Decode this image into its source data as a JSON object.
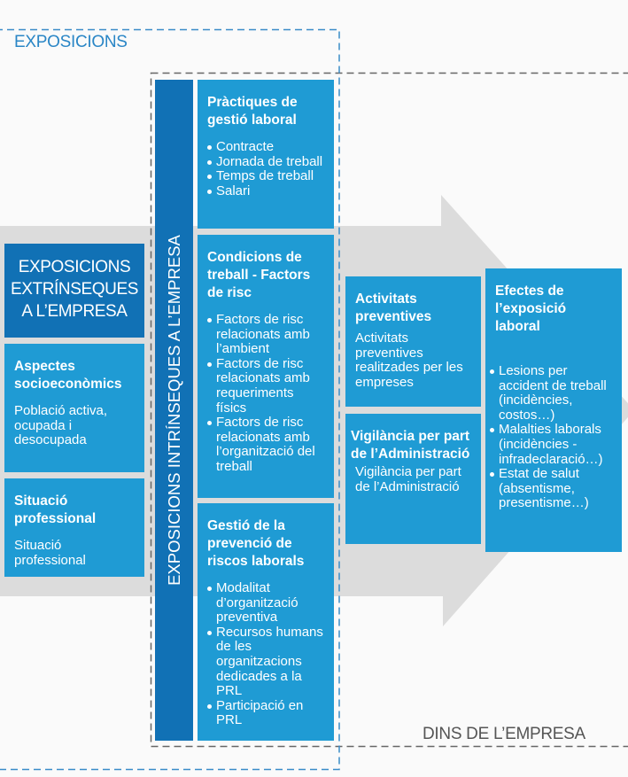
{
  "labels": {
    "exposicions": "EXPOSICIONS",
    "dins": "DINS DE L’EMPRESA"
  },
  "intrinseques": "EXPOSICIONS INTRÍNSEQUES A L’EMPRESA",
  "extrinseques": "EXPOSICIONS EXTRÍNSEQUES A L’EMPRESA",
  "colors": {
    "dark": "#1171b5",
    "light": "#1f9bd4",
    "arrow": "#dcdcdc",
    "blue_dash": "#3a8cc8",
    "gray_dash": "#666666"
  },
  "left": [
    {
      "title": "Aspectes socioeconòmics",
      "text": "Població activa, ocupada i desocupada"
    },
    {
      "title": "Situació professional",
      "text": "Situació professional"
    }
  ],
  "middle": [
    {
      "title": "Pràctiques de gestió laboral",
      "items": [
        "Contracte",
        "Jornada de treball",
        "Temps de treball",
        "Salari"
      ]
    },
    {
      "title": "Condicions de treball - Factors de risc",
      "items": [
        "Factors de risc relacionats amb l’ambient",
        "Factors de risc relacionats amb requeriments físics",
        "Factors de risc relacionats amb l’organització del treball"
      ]
    },
    {
      "title": "Gestió de la prevenció de riscos laborals",
      "items": [
        "Modalitat d’organització preventiva",
        "Recursos humans de les organitzacions dedicades a la PRL",
        "Participació en PRL"
      ]
    }
  ],
  "right": [
    {
      "title": "Activitats preventives",
      "text": "Activitats preventives realitzades per les empreses"
    },
    {
      "title": "Vigilància per part de l’Administració",
      "text": "Vigilància per part de l’Administració"
    }
  ],
  "effects": {
    "title": "Efectes de l’exposició laboral",
    "items": [
      "Lesions per accident de treball (incidències, costos…)",
      "Malalties laborals (incidències - infradeclaració…)",
      "Estat de salut (absentisme, presentisme…)"
    ]
  }
}
